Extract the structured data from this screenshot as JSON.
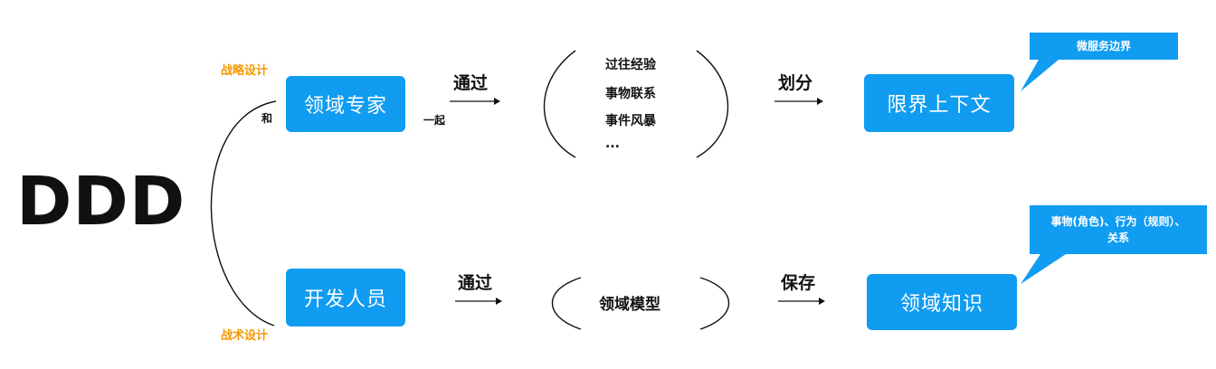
{
  "title": "DDD",
  "labels": {
    "strategic": "战略设计",
    "tactical": "战术设计",
    "and": "和",
    "together": "一起"
  },
  "top_row": {
    "actor": "领域专家",
    "via": "通过",
    "methods": [
      "过往经验",
      "事物联系",
      "事件风暴",
      "..."
    ],
    "action": "划分",
    "result": "限界上下文",
    "callout": "微服务边界"
  },
  "bottom_row": {
    "actor": "开发人员",
    "via": "通过",
    "method": "领域模型",
    "action": "保存",
    "result": "领域知识",
    "callout_line1": "事物(角色)、行为（规则）、",
    "callout_line2": "关系"
  },
  "colors": {
    "box": "#109cf1",
    "accent_text": "#f39800",
    "line": "#111111"
  }
}
